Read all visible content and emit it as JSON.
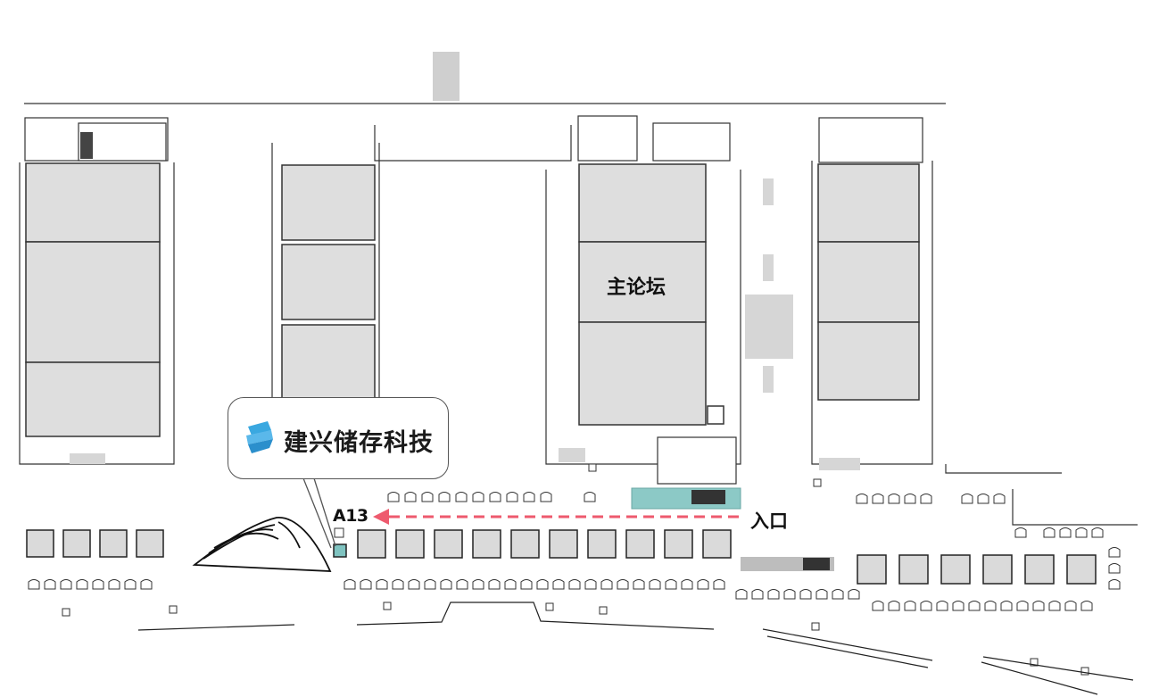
{
  "map": {
    "forum_label": "主论坛",
    "booth_label": "A13",
    "entrance_label": "入口",
    "company_name": "建兴储存科技"
  },
  "colors": {
    "hall_fill": "#dedede",
    "hall_stroke": "#333333",
    "booth_highlight": "#7fc3c0",
    "stage_teal": "#8cc9c6",
    "arrow": "#ee5a6e",
    "logo": "#3aa8e0"
  },
  "icons": {
    "company_logo": "stacked-wave-logo-icon",
    "entrance_arrow": "left-arrow-icon"
  }
}
